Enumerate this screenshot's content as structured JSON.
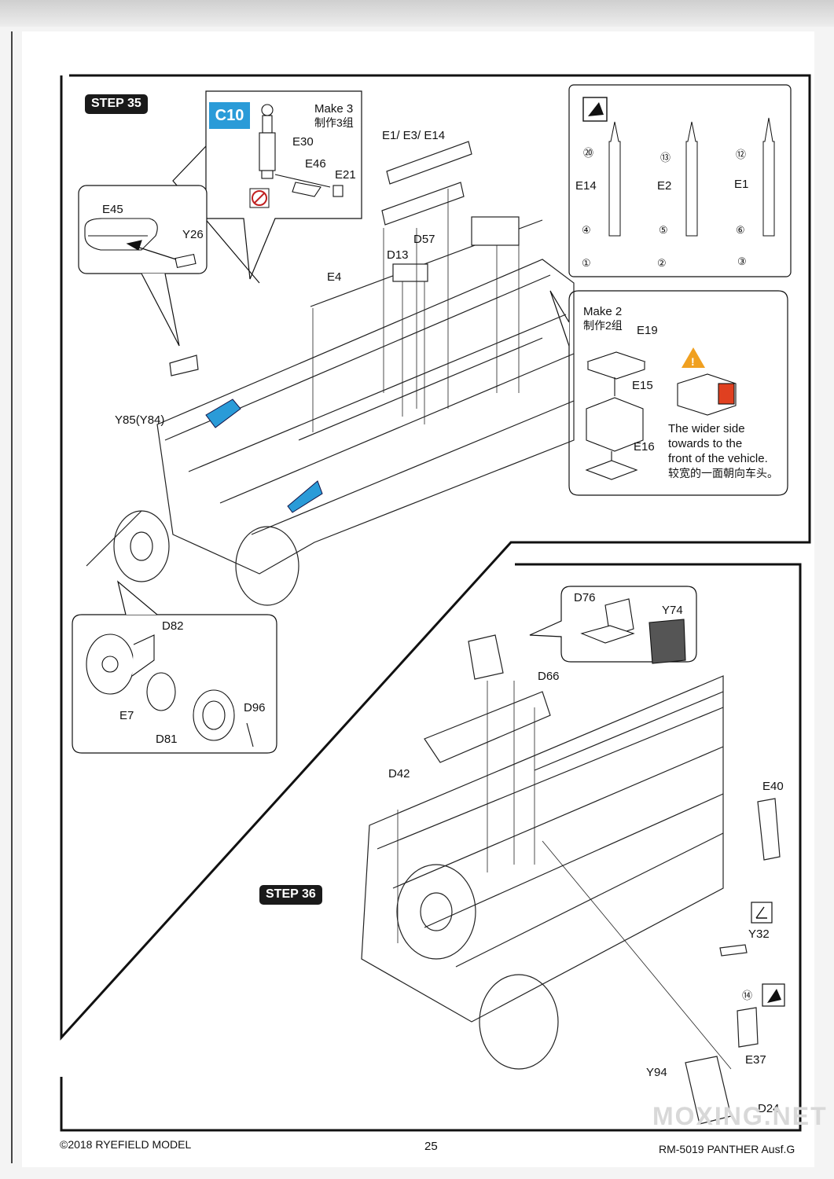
{
  "step35": {
    "label": "STEP 35"
  },
  "step36": {
    "label": "STEP 36"
  },
  "callout_c10": {
    "code": "C10",
    "make_en": "Make 3",
    "make_cn": "制作3组",
    "parts": {
      "e30": "E30",
      "e46": "E46",
      "e21": "E21"
    }
  },
  "callout_c45": {
    "e45": "E45",
    "y26": "Y26"
  },
  "main35": {
    "e1_e3_e14": "E1/ E3/ E14",
    "d57": "D57",
    "d13": "D13",
    "e4": "E4",
    "y85": "Y85(Y84)"
  },
  "ammo": {
    "rounds": [
      {
        "part": "E14",
        "circ_top": "⑳",
        "circ_mid": "④",
        "circ_bot": "①"
      },
      {
        "part": "E2",
        "circ_top": "⑬",
        "circ_mid": "⑤",
        "circ_bot": "②"
      },
      {
        "part": "E1",
        "circ_top": "⑫",
        "circ_mid": "⑥",
        "circ_bot": "③"
      }
    ]
  },
  "box_make2": {
    "make_en": "Make 2",
    "make_cn": "制作2组",
    "e19": "E19",
    "e15": "E15",
    "e16": "E16",
    "note_en_1": "The wider side",
    "note_en_2": "towards to the",
    "note_en_3": "front of the vehicle.",
    "note_cn": "较宽的一面朝向车头。"
  },
  "callout_wheel": {
    "d82": "D82",
    "e7": "E7",
    "d81": "D81",
    "d96": "D96"
  },
  "callout_seat": {
    "d76": "D76",
    "y74": "Y74"
  },
  "main36": {
    "d66": "D66",
    "d42": "D42",
    "e40": "E40",
    "y32": "Y32",
    "e37": "E37",
    "circ14": "⑭",
    "y94": "Y94",
    "d24": "D24"
  },
  "footer": {
    "copyright": "©2018 RYEFIELD MODEL",
    "page": "25",
    "model": "RM-5019 PANTHER Ausf.G"
  },
  "watermark": "MOXING.NET",
  "colors": {
    "highlight_blue": "#2a9bd8",
    "warning_orange": "#f0a020",
    "red_panel": "#e04020"
  }
}
